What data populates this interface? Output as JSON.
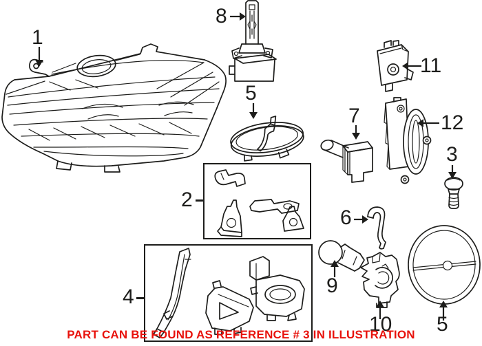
{
  "canvas": {
    "background": "#ffffff",
    "line_color": "#1d1d1b"
  },
  "callouts": [
    {
      "label": "1",
      "part": "headlamp-assembly"
    },
    {
      "label": "8",
      "part": "xenon-bulb-with-igniter"
    },
    {
      "label": "5",
      "part": "oval-access-cap"
    },
    {
      "label": "11",
      "part": "control-module"
    },
    {
      "label": "7",
      "part": "socket-module"
    },
    {
      "label": "12",
      "part": "ballast-unit"
    },
    {
      "label": "3",
      "part": "mounting-screw"
    },
    {
      "label": "2",
      "part": "bracket-set-box"
    },
    {
      "label": "6",
      "part": "retaining-clip"
    },
    {
      "label": "4",
      "part": "cover-set-box"
    },
    {
      "label": "9",
      "part": "bulb"
    },
    {
      "label": "10",
      "part": "bulb-socket"
    },
    {
      "label": "5",
      "part": "round-cover-cap"
    }
  ],
  "notice": {
    "text": "PART CAN BE FOUND AS REFERENCE # 3 IN ILLUSTRATION",
    "color": "#e8120c"
  }
}
